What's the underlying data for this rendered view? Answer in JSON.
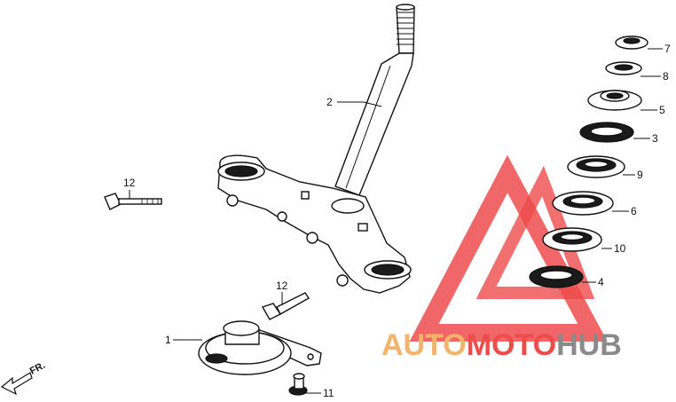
{
  "watermark": {
    "word_auto": "AUTO",
    "word_moto": "MOTO",
    "word_hub": "HUB",
    "color_orange": "#f2b36b",
    "color_red": "#ee4b4b",
    "color_gray": "#8a8a8a"
  },
  "direction": {
    "text": "FR."
  },
  "callouts": [
    {
      "id": "2",
      "label": "2"
    },
    {
      "id": "7",
      "label": "7"
    },
    {
      "id": "8",
      "label": "8"
    },
    {
      "id": "5",
      "label": "5"
    },
    {
      "id": "3",
      "label": "3"
    },
    {
      "id": "9",
      "label": "9"
    },
    {
      "id": "6",
      "label": "6"
    },
    {
      "id": "10",
      "label": "10"
    },
    {
      "id": "4",
      "label": "4"
    },
    {
      "id": "12a",
      "label": "12"
    },
    {
      "id": "12b",
      "label": "12"
    },
    {
      "id": "1",
      "label": "1"
    },
    {
      "id": "11",
      "label": "11"
    }
  ]
}
